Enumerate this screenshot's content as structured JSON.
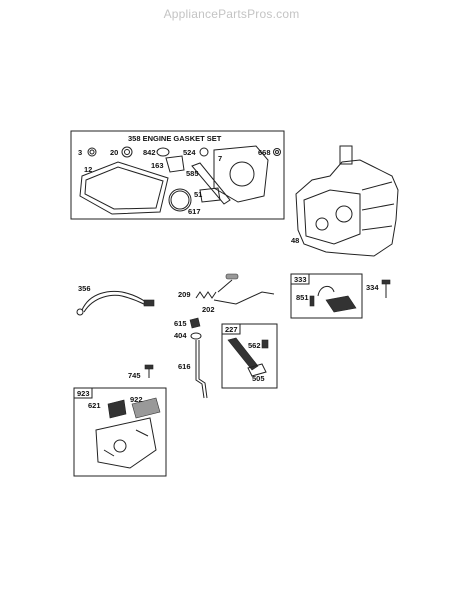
{
  "watermark": "AppliancePartsPros.com",
  "gasket_set": {
    "title": "358 ENGINE GASKET SET",
    "parts": [
      "3",
      "20",
      "842",
      "524",
      "668",
      "163",
      "7",
      "585",
      "12",
      "51",
      "617"
    ]
  },
  "block_label": "48",
  "loose_parts": [
    "356",
    "209",
    "202",
    "615",
    "404",
    "616",
    "745",
    "334"
  ],
  "kit_333": {
    "title": "333",
    "parts": [
      "851"
    ]
  },
  "kit_227": {
    "title": "227",
    "parts": [
      "562",
      "505"
    ]
  },
  "kit_923": {
    "title": "923",
    "parts": [
      "621",
      "922"
    ]
  }
}
